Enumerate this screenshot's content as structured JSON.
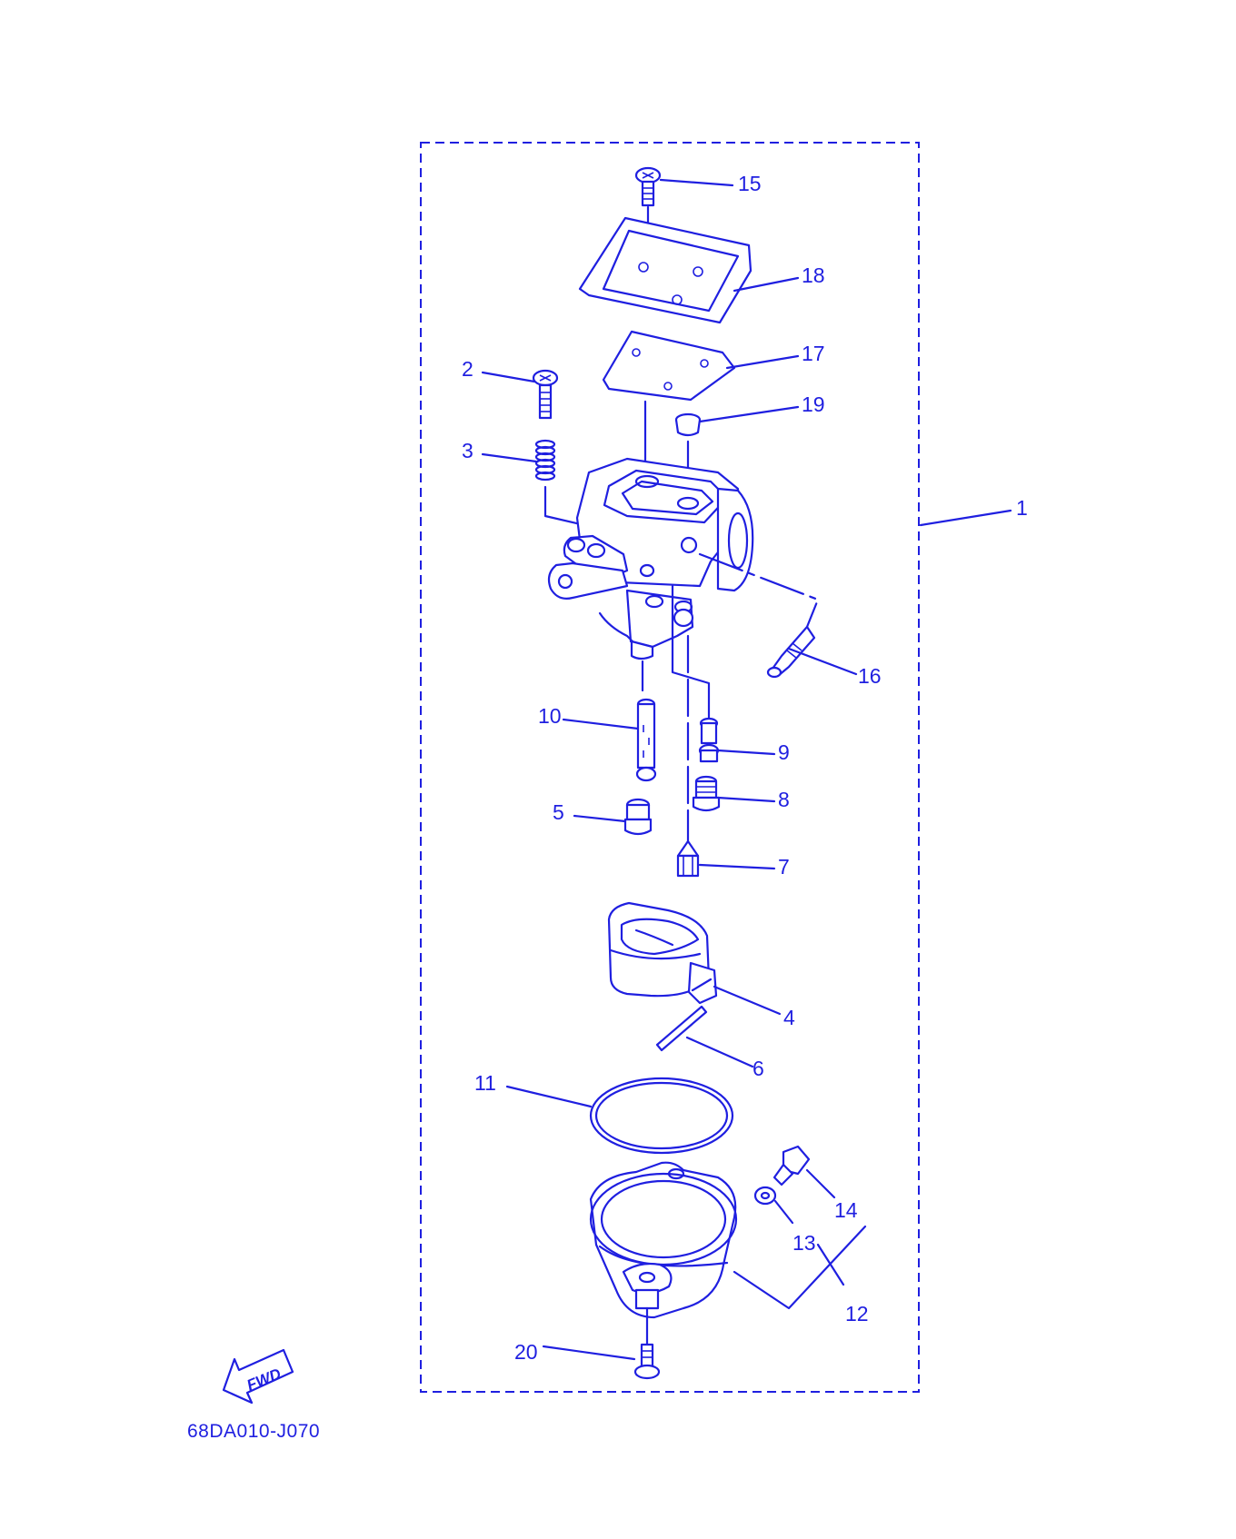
{
  "diagram_code": "68DA010-J070",
  "fwd_label": "FWD",
  "colors": {
    "line": "#1f1fe0",
    "background": "#ffffff"
  },
  "callouts": [
    "1",
    "2",
    "3",
    "4",
    "5",
    "6",
    "7",
    "8",
    "9",
    "10",
    "11",
    "12",
    "13",
    "14",
    "15",
    "16",
    "17",
    "18",
    "19",
    "20"
  ]
}
